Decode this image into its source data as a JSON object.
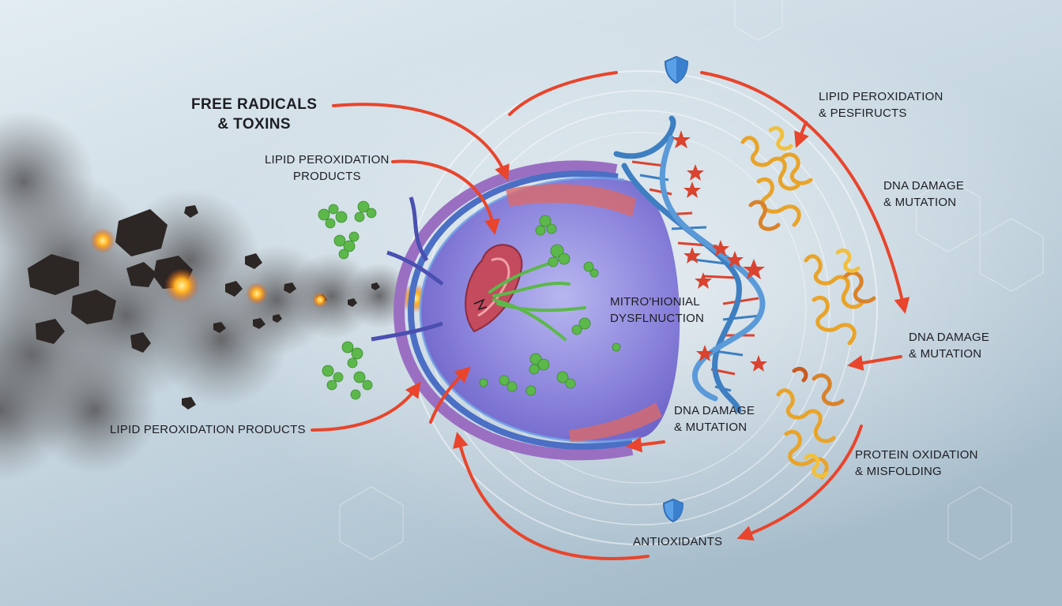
{
  "colors": {
    "background_top": "#dbe6ee",
    "background_bottom": "#a9bfcc",
    "arrow": "#e8452c",
    "cell_interior": "#7d76d6",
    "membrane_blue": "#4b6fc4",
    "membrane_purple": "#9a6fc2",
    "mitochondrion": "#c44a5e",
    "dna_blue": "#3d7fc1",
    "dna_red": "#d9432f",
    "protein": "#e8a42a",
    "green_particles": "#5cb84a",
    "smoke": "#6e6e70",
    "shield": "#4a90d9"
  },
  "icons": [
    "shield-icon",
    "star-icon",
    "smoke-cloud",
    "debris-rock",
    "fire-spark",
    "dna-helix",
    "protein-cluster",
    "mitochondrion",
    "cell"
  ],
  "labels": {
    "free_radicals": [
      "FREE RADICALS",
      "& TOXINS"
    ],
    "lipid_products_top": [
      "LIPID PEROXIDATION",
      "PRODUCTS"
    ],
    "lipid_products_bottom": "LIPID PEROXIDATION PRODUCTS",
    "mito_dysfunction": [
      "MITRO'HIONIAL",
      "DYSFLNUCTION"
    ],
    "dna_center": [
      "DNA DAMAGE",
      "& MUTATION"
    ],
    "lipid_right": [
      "LIPID PEROXIDATION",
      "& PESFІRUCTS"
    ],
    "dna_right_1": [
      "DNA DAMAGE",
      "& MUTATION"
    ],
    "dna_right_2": [
      "DNA DAMAGE",
      "& MUTATION"
    ],
    "protein": [
      "PROTEIN OXIDATION",
      "& MISFOLDING"
    ],
    "antioxidants": "ANTIOXIDANTS"
  }
}
